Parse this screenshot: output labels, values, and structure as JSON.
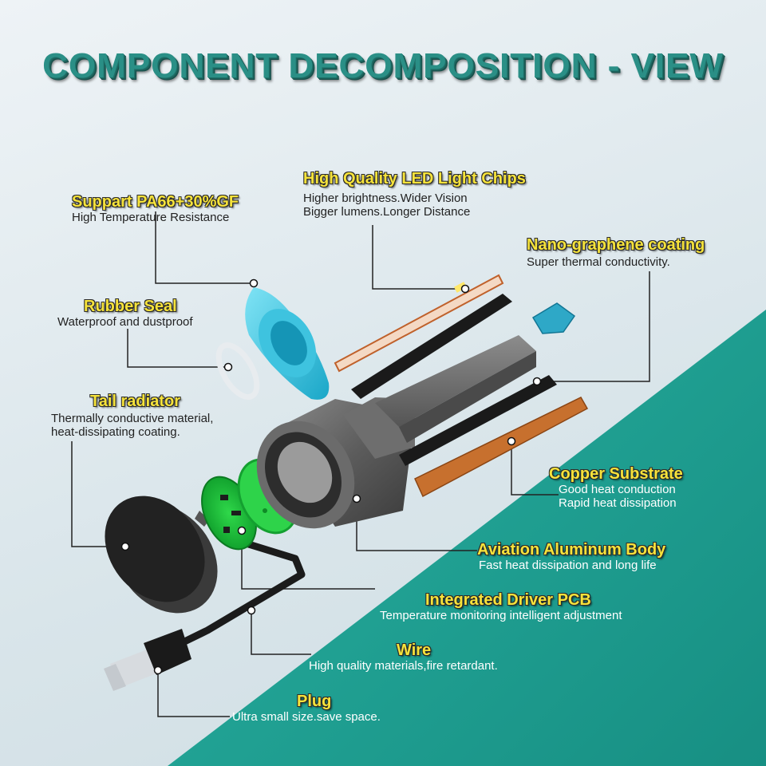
{
  "title": "COMPONENT DECOMPOSITION - VIEW",
  "colors": {
    "title": "#2a8f86",
    "heading": "#f6e33b",
    "teal_background": "#21a294",
    "body_text": "#222222"
  },
  "labels": {
    "pa66": {
      "heading": "Suppart PA66+30%GF",
      "lines": [
        "High Temperature Resistance"
      ]
    },
    "led": {
      "heading": "High Quality LED Light Chips",
      "lines": [
        "Higher brightness.Wider Vision",
        "Bigger lumens.Longer Distance"
      ]
    },
    "graphene": {
      "heading": "Nano-graphene coating",
      "lines": [
        "Super thermal conductivity."
      ]
    },
    "seal": {
      "heading": "Rubber Seal",
      "lines": [
        "Waterproof and dustproof"
      ]
    },
    "tail": {
      "heading": "Tail radiator",
      "lines": [
        "Thermally conductive material,",
        "heat-dissipating coating."
      ]
    },
    "copper": {
      "heading": "Copper Substrate",
      "lines": [
        "Good heat conduction",
        "Rapid heat dissipation"
      ]
    },
    "aluminum": {
      "heading": "Aviation Aluminum Body",
      "lines": [
        "Fast heat dissipation and long life"
      ]
    },
    "pcb": {
      "heading": "Integrated Driver PCB",
      "lines": [
        "Temperature monitoring intelligent adjustment"
      ]
    },
    "wire": {
      "heading": "Wire",
      "lines": [
        "High quality materials,fire retardant."
      ]
    },
    "plug": {
      "heading": "Plug",
      "lines": [
        "Ultra small size.save space."
      ]
    }
  }
}
